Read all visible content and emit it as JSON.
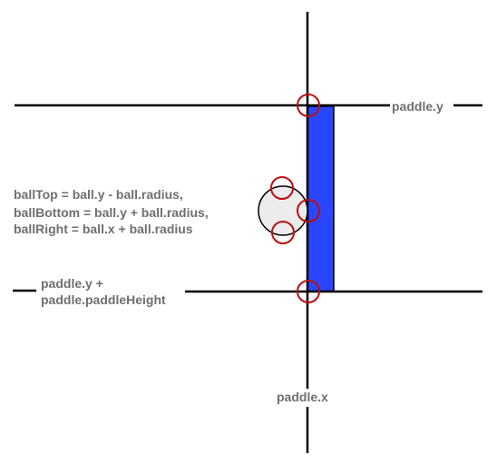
{
  "labels": {
    "paddle_y": "paddle.y",
    "paddle_bottom_line1": "paddle.y +",
    "paddle_bottom_line2": "paddle.paddleHeight",
    "paddle_x": "paddle.x",
    "ball_top": "ballTop = ball.y - ball.radius,",
    "ball_bottom": "ballBottom = ball.y + ball.radius,",
    "ball_right": "ballRight = ball.x + ball.radius"
  },
  "colors": {
    "line": "#000000",
    "paddle_fill": "#2b46ff",
    "marker": "#b80f0f",
    "ball_fill": "#ececec",
    "ball_stroke": "#000000",
    "label_text": "#6f6f6f"
  }
}
